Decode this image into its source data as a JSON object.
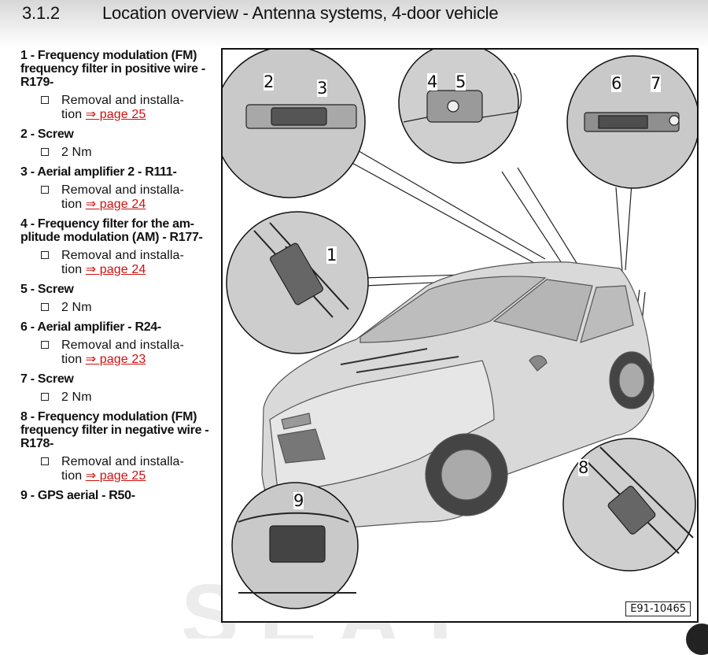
{
  "header": {
    "section_number": "3.1.2",
    "title": "Location overview - Antenna systems, 4-door vehicle"
  },
  "legend": {
    "items": [
      {
        "title": "1 - Frequency modulation (FM) frequency filter in positive wire - R179-",
        "sub": "Removal and installa-",
        "sub2": "tion",
        "link": "⇒ page 25"
      },
      {
        "title": "2 - Screw",
        "value": "2 Nm"
      },
      {
        "title": "3 - Aerial amplifier 2 - R111-",
        "sub": "Removal and installa-",
        "sub2": "tion",
        "link": "⇒ page 24"
      },
      {
        "title": "4 - Frequency filter for the am- plitude modulation (AM) - R177-",
        "sub": "Removal and installa-",
        "sub2": "tion",
        "link": "⇒ page 24"
      },
      {
        "title": "5 - Screw",
        "value": "2 Nm"
      },
      {
        "title": "6 - Aerial amplifier - R24-",
        "sub": "Removal and installa-",
        "sub2": "tion",
        "link": "⇒ page 23"
      },
      {
        "title": "7 - Screw",
        "value": "2 Nm"
      },
      {
        "title": "8 - Frequency modulation (FM) frequency filter in negative wire - R178-",
        "sub": "Removal and installa-",
        "sub2": "tion",
        "link": "⇒ page 25"
      },
      {
        "title": "9 - GPS aerial - R50-"
      }
    ]
  },
  "figure": {
    "id": "E91-10465",
    "callouts": [
      "1",
      "2",
      "3",
      "4",
      "5",
      "6",
      "7",
      "8",
      "9"
    ],
    "watermark": "SEAT"
  }
}
